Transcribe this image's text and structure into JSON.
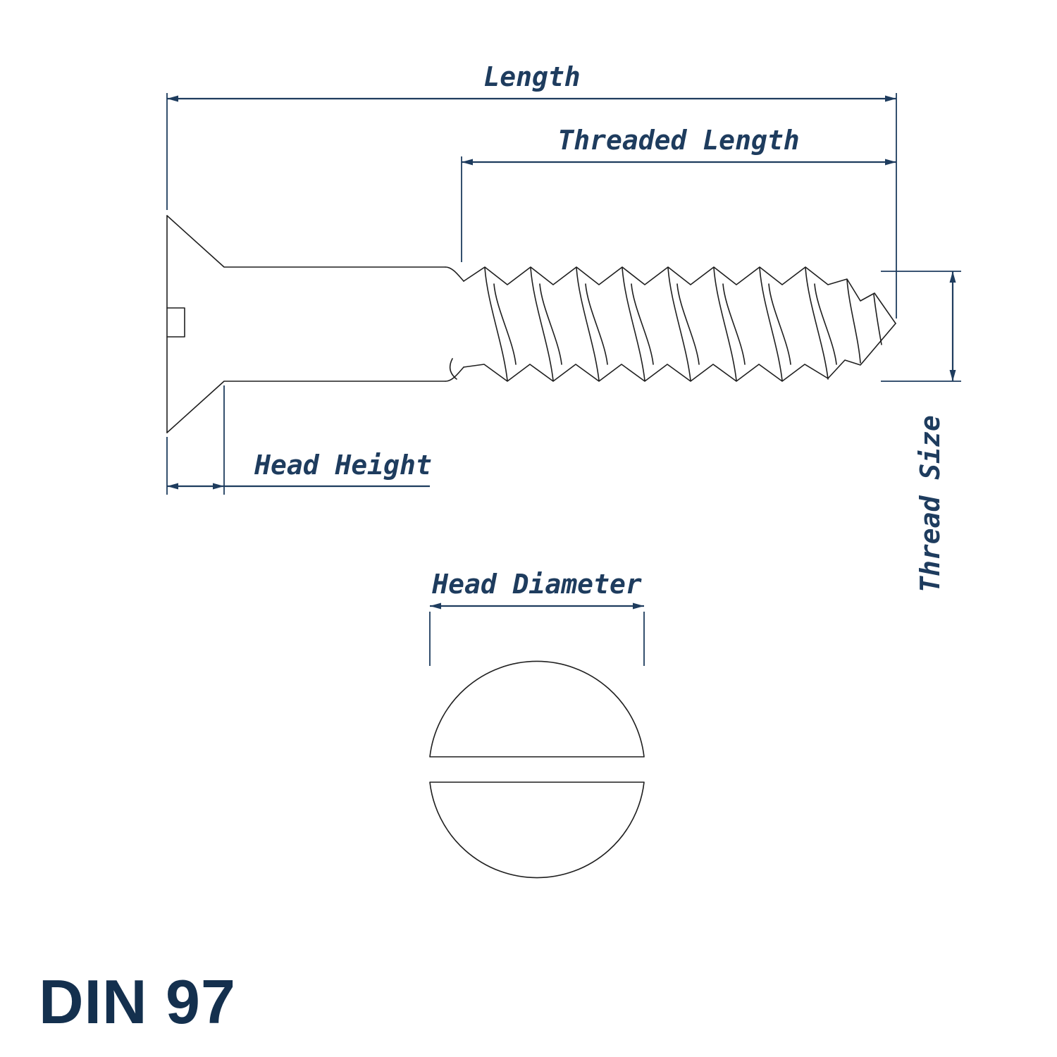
{
  "title": "DIN 97",
  "dimensions": {
    "length": "Length",
    "threaded_length": "Threaded Length",
    "head_height": "Head Height",
    "thread_size": "Thread Size",
    "head_diameter": "Head Diameter"
  },
  "colors": {
    "dimension-color": "#1e3c5e",
    "drawing-color": "#1f1f1f",
    "title-color": "#14304e",
    "background": "#ffffff"
  }
}
